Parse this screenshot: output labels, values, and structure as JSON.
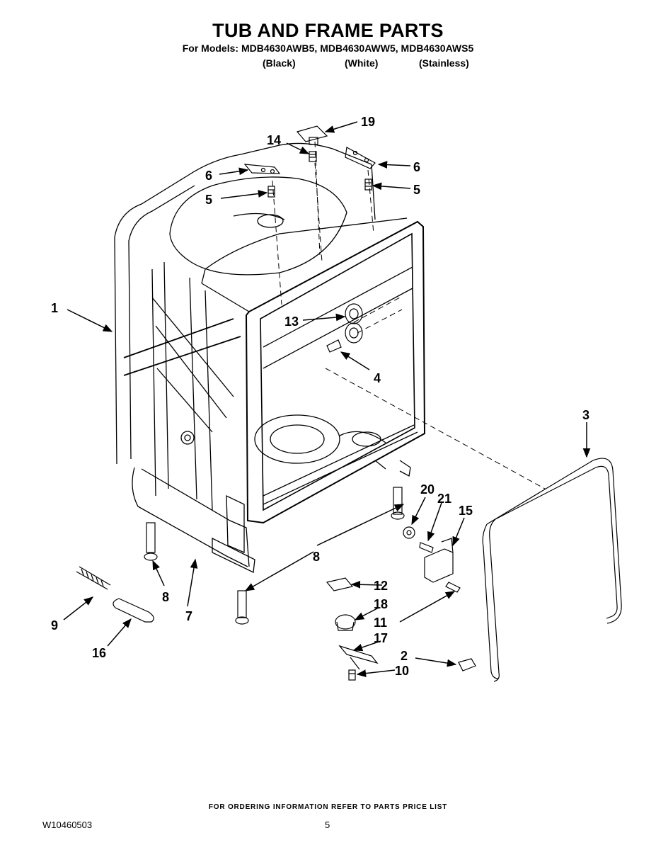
{
  "header": {
    "title": "TUB AND FRAME PARTS",
    "models_line": "For Models: MDB4630AWB5, MDB4630AWW5, MDB4630AWS5",
    "variants": [
      "(Black)",
      "(White)",
      "(Stainless)"
    ]
  },
  "callouts": [
    "19",
    "14",
    "6",
    "6",
    "5",
    "5",
    "1",
    "13",
    "4",
    "3",
    "20",
    "21",
    "15",
    "8",
    "8",
    "12",
    "18",
    "9",
    "7",
    "16",
    "17",
    "11",
    "2",
    "10"
  ],
  "footer": {
    "ordering_note": "FOR ORDERING INFORMATION REFER TO PARTS PRICE LIST",
    "doc_number": "W10460503",
    "page_number": "5"
  }
}
